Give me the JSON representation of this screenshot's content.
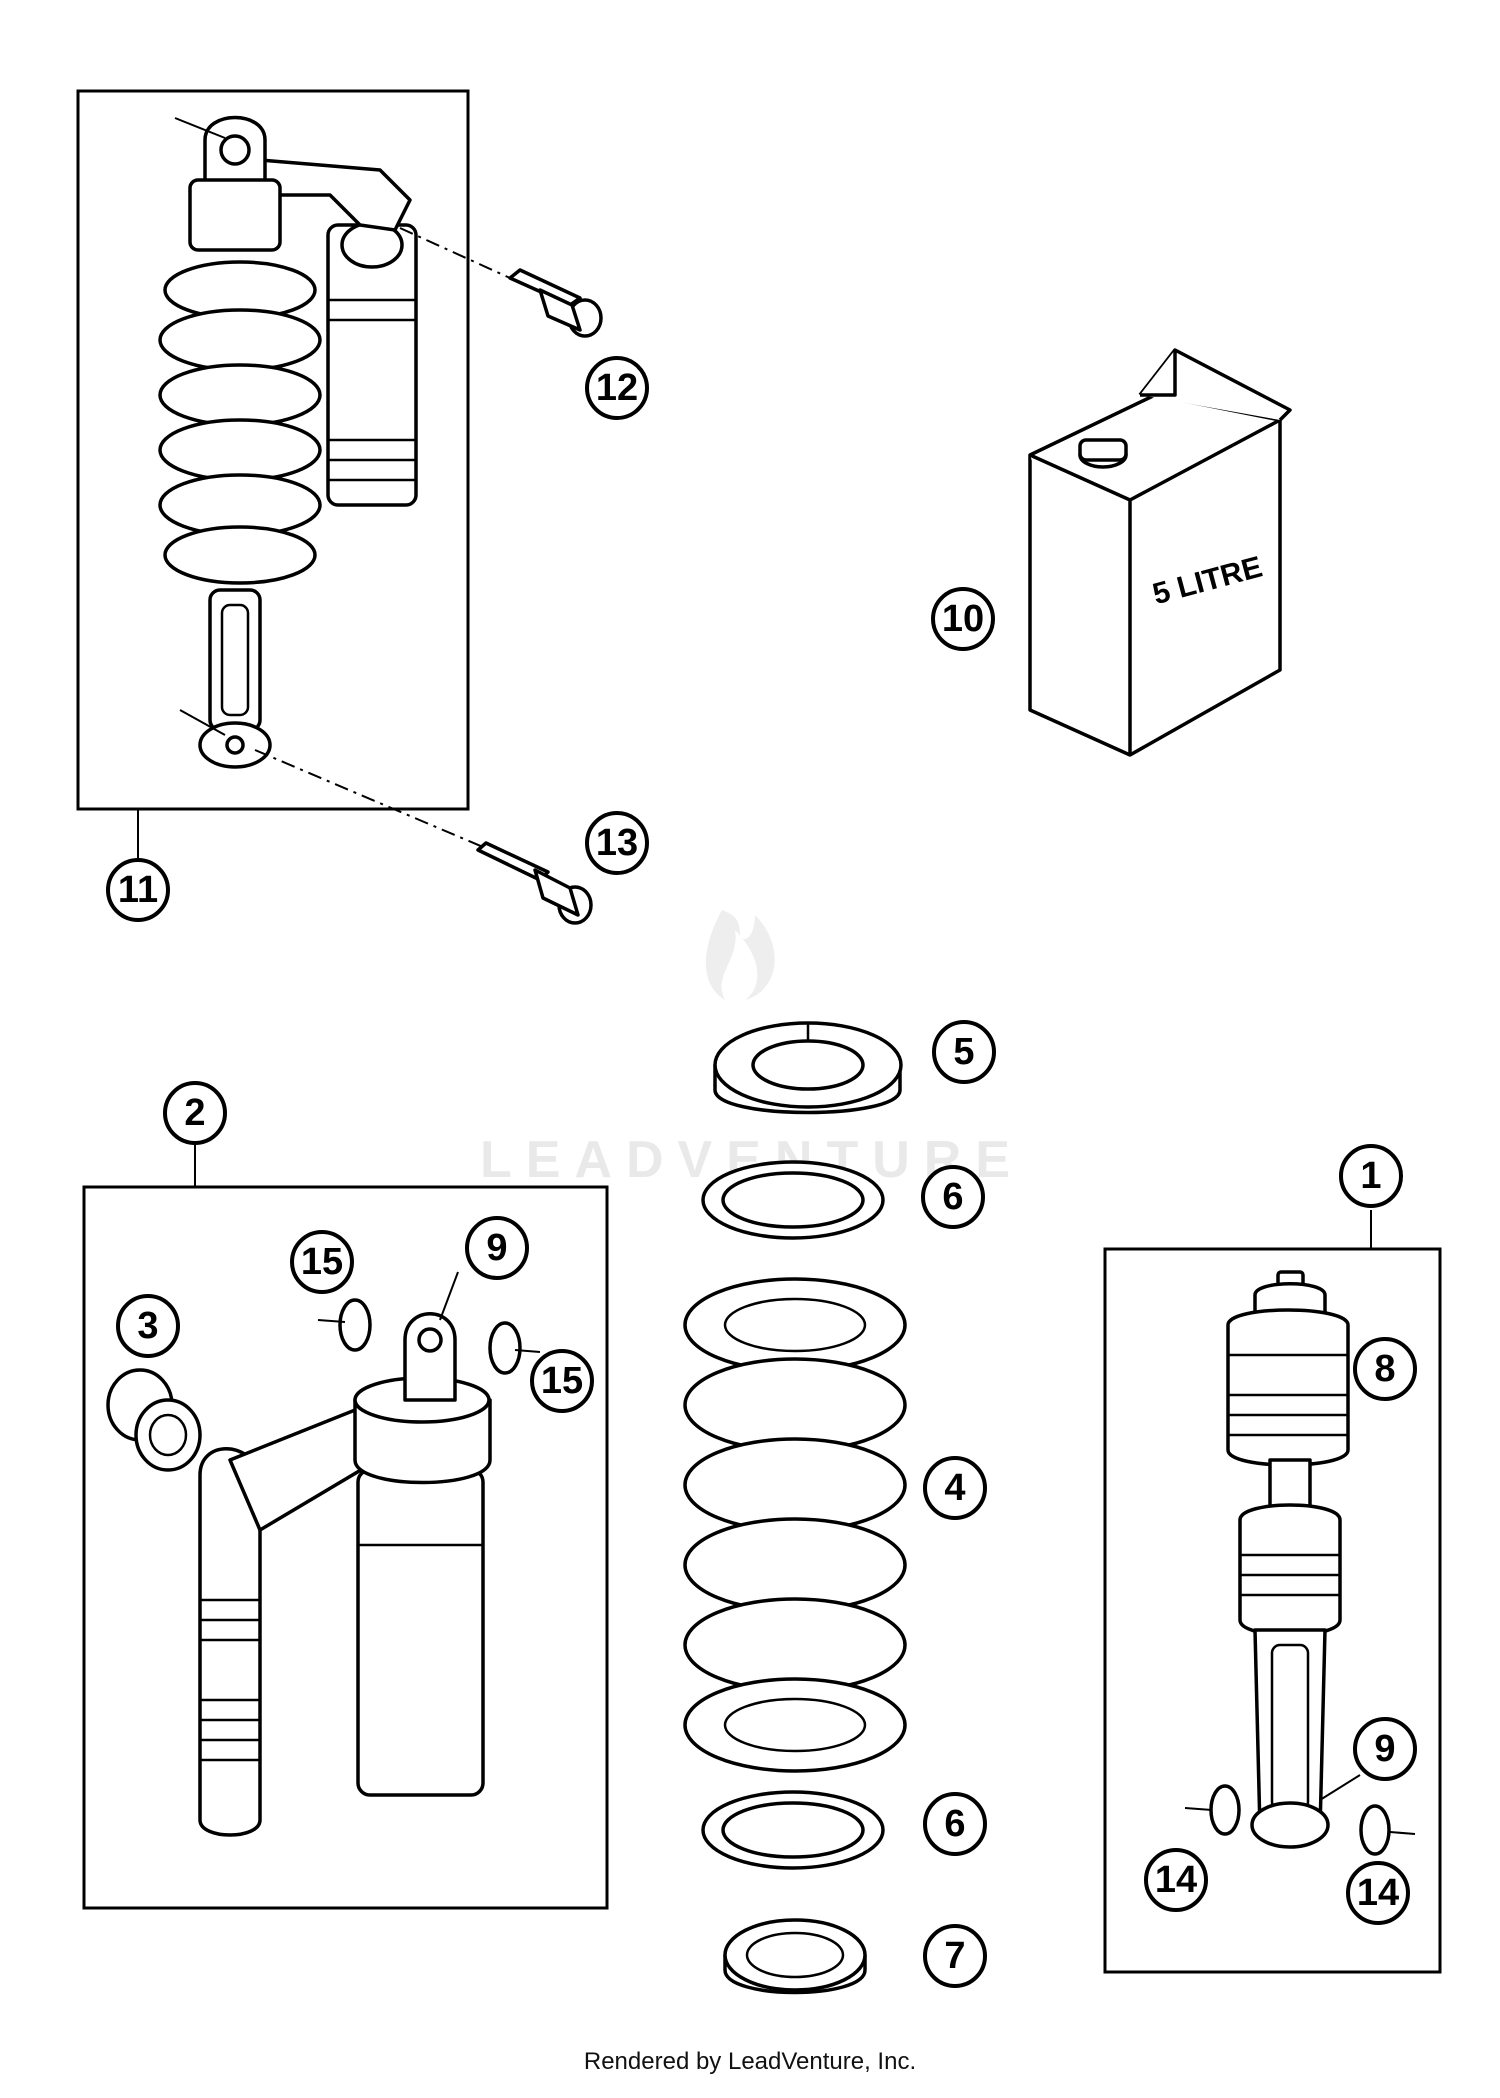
{
  "watermark": "LEADVENTURE",
  "can_label": "5 LITRE",
  "footer": "Rendered by LeadVenture, Inc.",
  "callouts": [
    {
      "id": "1",
      "label": "1"
    },
    {
      "id": "2",
      "label": "2"
    },
    {
      "id": "3",
      "label": "3"
    },
    {
      "id": "4",
      "label": "4"
    },
    {
      "id": "5",
      "label": "5"
    },
    {
      "id": "6a",
      "label": "6"
    },
    {
      "id": "6b",
      "label": "6"
    },
    {
      "id": "7",
      "label": "7"
    },
    {
      "id": "8",
      "label": "8"
    },
    {
      "id": "9a",
      "label": "9"
    },
    {
      "id": "9b",
      "label": "9"
    },
    {
      "id": "10",
      "label": "10"
    },
    {
      "id": "11",
      "label": "11"
    },
    {
      "id": "12",
      "label": "12"
    },
    {
      "id": "13",
      "label": "13"
    },
    {
      "id": "14a",
      "label": "14"
    },
    {
      "id": "14b",
      "label": "14"
    },
    {
      "id": "15a",
      "label": "15"
    },
    {
      "id": "15b",
      "label": "15"
    }
  ]
}
